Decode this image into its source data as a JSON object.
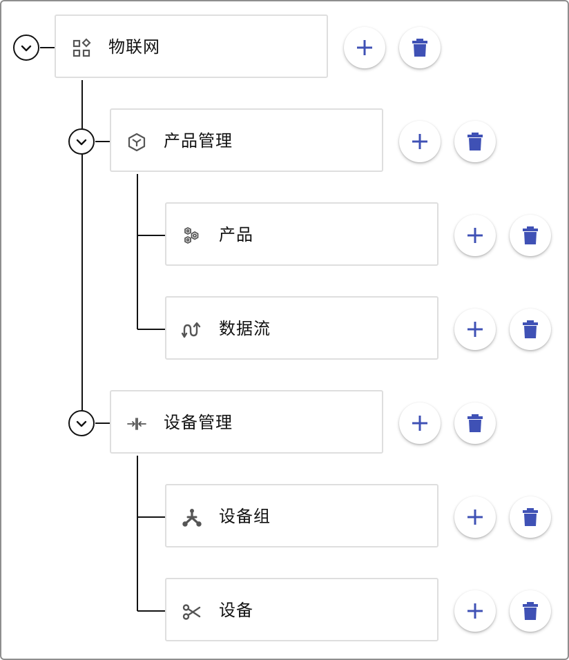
{
  "colors": {
    "accent": "#3f51b5",
    "icon": "#555555",
    "line": "#111111"
  },
  "tree": {
    "root": {
      "label": "物联网",
      "icon": "apps-icon"
    },
    "product_mgmt": {
      "label": "产品管理",
      "icon": "cube-icon"
    },
    "product": {
      "label": "产品",
      "icon": "hexagons-icon"
    },
    "data_stream": {
      "label": "数据流",
      "icon": "data-flow-icon"
    },
    "device_mgmt": {
      "label": "设备管理",
      "icon": "merge-arrows-icon"
    },
    "device_group": {
      "label": "设备组",
      "icon": "hub-icon"
    },
    "device": {
      "label": "设备",
      "icon": "scissors-icon"
    }
  }
}
